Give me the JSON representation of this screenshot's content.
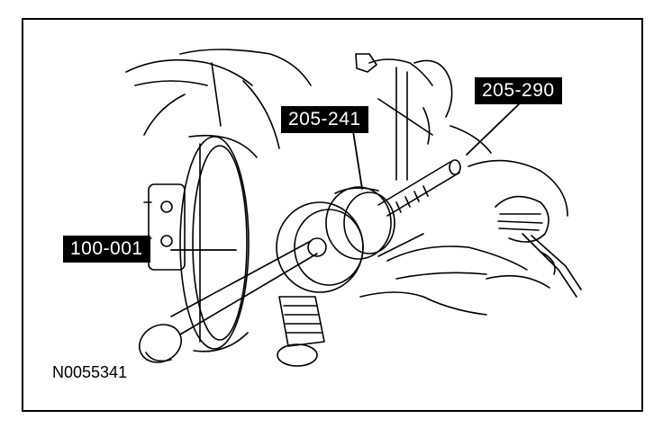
{
  "figure": {
    "id": "N0055341",
    "callouts": {
      "tool_a": "205-290",
      "tool_b": "205-241",
      "tool_c": "100-001"
    }
  },
  "colors": {
    "ink": "#000000",
    "paper": "#ffffff"
  }
}
